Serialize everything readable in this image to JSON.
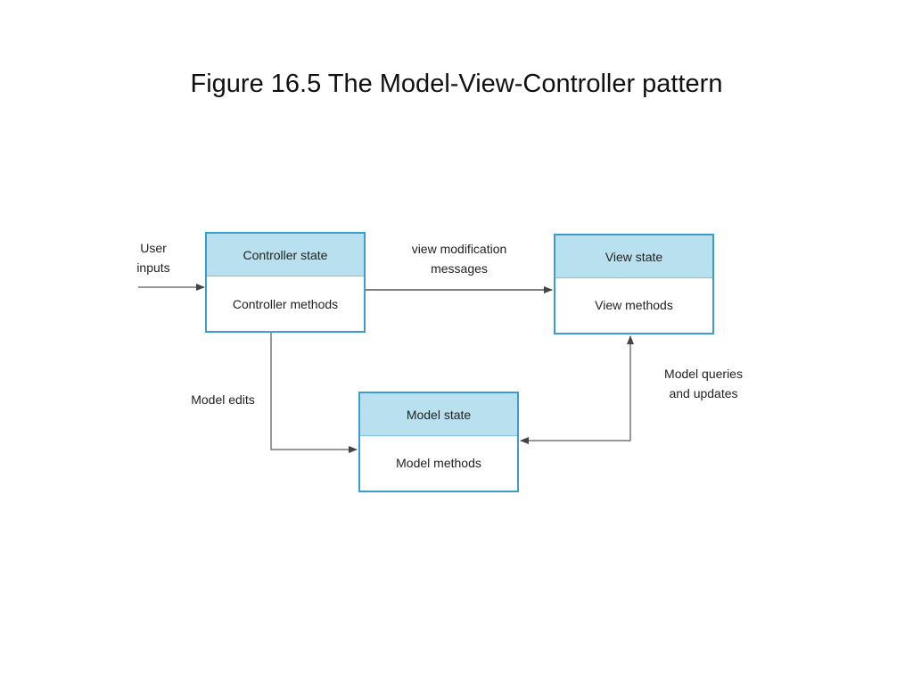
{
  "title": "Figure 16.5 The Model-View-Controller pattern",
  "controller": {
    "state": "Controller state",
    "methods": "Controller methods"
  },
  "view": {
    "state": "View state",
    "methods": "View methods"
  },
  "model": {
    "state": "Model state",
    "methods": "Model methods"
  },
  "labels": {
    "user_inputs_1": "User",
    "user_inputs_2": "inputs",
    "view_mod_1": "view modification",
    "view_mod_2": "messages",
    "model_edits": "Model edits",
    "model_queries_1": "Model queries",
    "model_queries_2": "and updates"
  },
  "colors": {
    "box_border": "#3a9ccf",
    "state_fill": "#b9e0ee",
    "arrow": "#555555"
  }
}
